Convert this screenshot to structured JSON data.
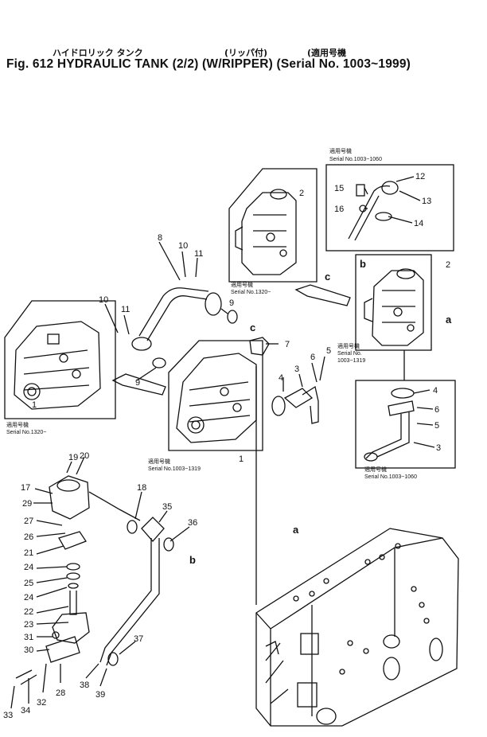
{
  "header": {
    "jp_name": "ハイドロリック タンク",
    "jp_ripper": "(リッパ付)",
    "jp_serial": "(適用号機",
    "fig": "Fig. 612",
    "name": "HYDRAULIC TANK (2/2)",
    "ripper": "(W/RIPPER)",
    "serial": "(Serial  No. 1003~1999)"
  },
  "notes": {
    "jp_applicable": "適用号機",
    "serial_1320": "Serial No.1320~",
    "serial_1003_1060": "Serial No.1003~1060",
    "serial_1003_1319": "Serial No.1003~1319",
    "serial_no": "Serial No.",
    "range_1003_1319": "1003~1319"
  },
  "callouts": {
    "c1": "1",
    "c2": "2",
    "c3": "3",
    "c4": "4",
    "c5": "5",
    "c6": "6",
    "c7": "7",
    "c8": "8",
    "c9": "9",
    "c10": "10",
    "c11": "11",
    "c12": "12",
    "c13": "13",
    "c14": "14",
    "c15": "15",
    "c16": "16",
    "c17": "17",
    "c18": "18",
    "c19": "19",
    "c20": "20",
    "c21": "21",
    "c22": "22",
    "c23": "23",
    "c24": "24",
    "c25": "25",
    "c26": "26",
    "c27": "27",
    "c28": "28",
    "c29": "29",
    "c30": "30",
    "c31": "31",
    "c32": "32",
    "c33": "33",
    "c34": "34",
    "c35": "35",
    "c36": "36",
    "c37": "37",
    "c38": "38",
    "c39": "39"
  },
  "letters": {
    "a": "a",
    "b": "b",
    "c": "c"
  }
}
